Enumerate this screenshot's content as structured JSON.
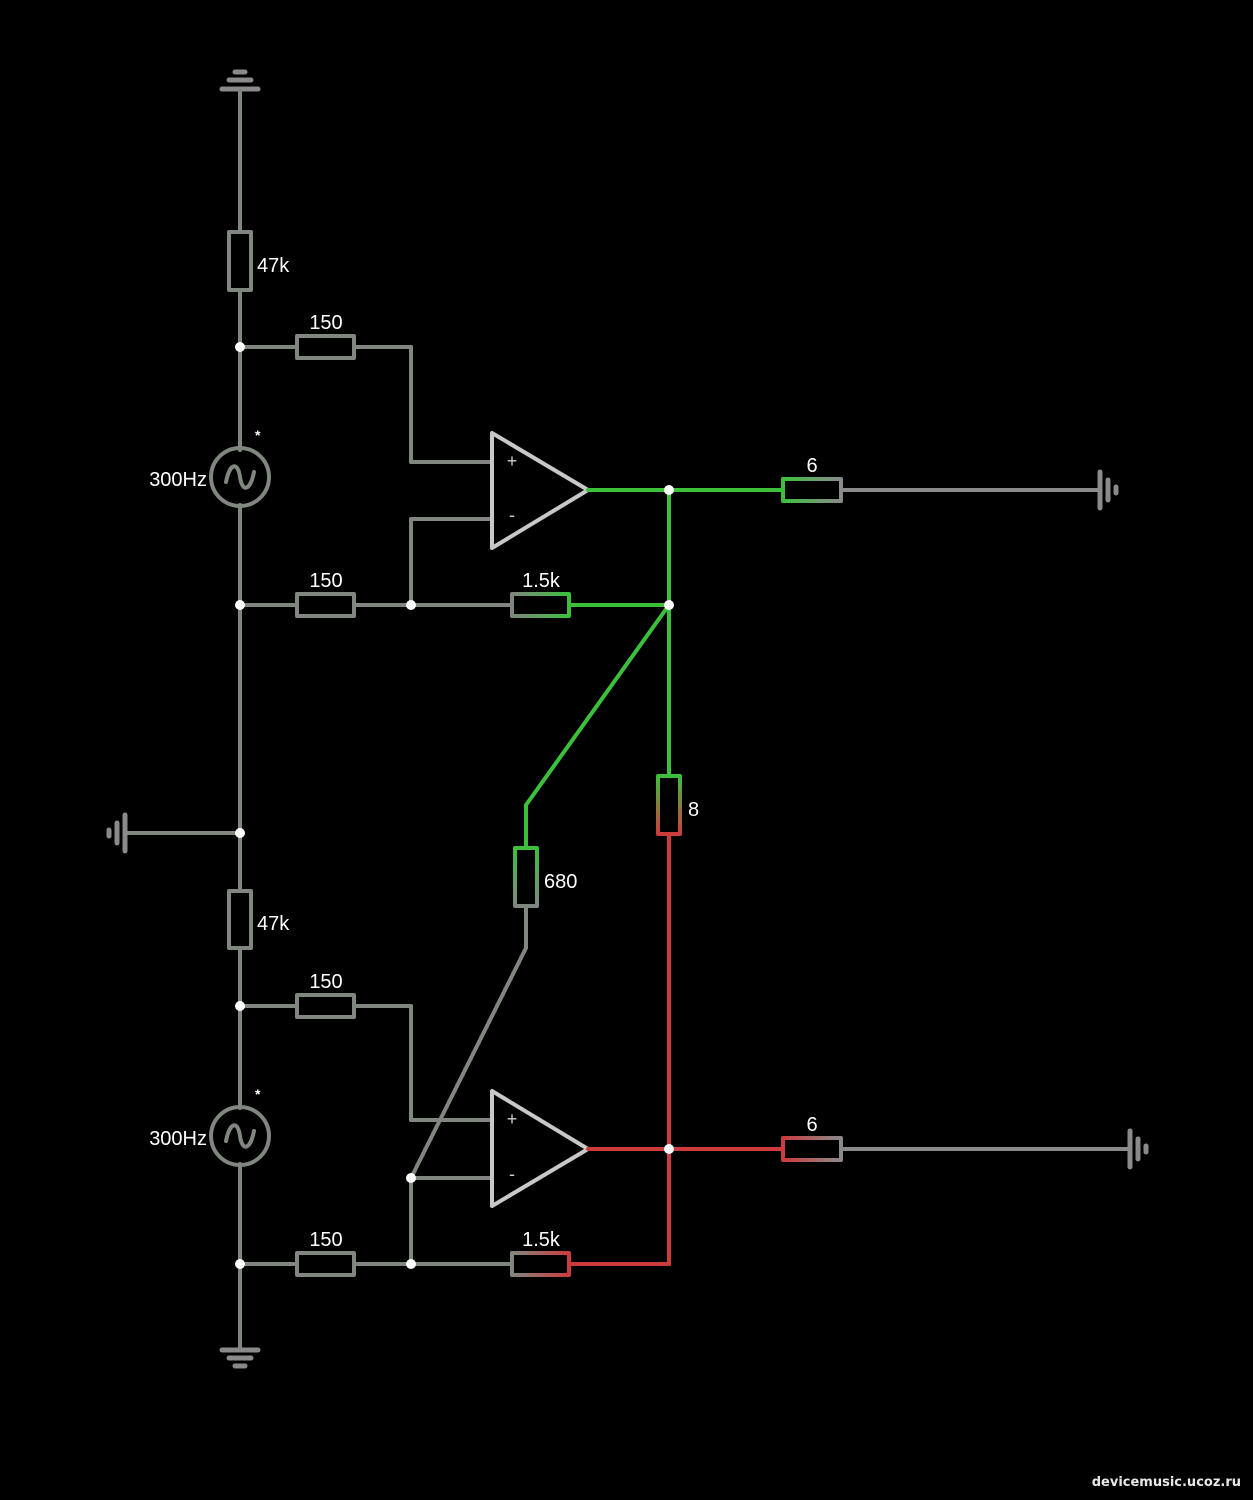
{
  "colors": {
    "background": "#000000",
    "wire_idle": "#7f877f",
    "wire_neutral": "#8a8a8a",
    "wire_positive": "#3cc03c",
    "wire_negative": "#cc3c3c",
    "opamp": "#c8c8c8",
    "node": "#ffffff",
    "text": "#ffffff"
  },
  "components": {
    "r_top_bias": {
      "label": "47k"
    },
    "r_top_plus": {
      "label": "150"
    },
    "r_top_minus": {
      "label": "150"
    },
    "r_top_feedback": {
      "label": "1.5k"
    },
    "r_top_load": {
      "label": "6"
    },
    "src_top": {
      "label": "300Hz",
      "marker": "*"
    },
    "opamp_top": {
      "plus": "+",
      "minus": "-"
    },
    "r_bridge": {
      "label": "680"
    },
    "r_speaker": {
      "label": "8"
    },
    "r_bot_bias": {
      "label": "47k"
    },
    "r_bot_plus": {
      "label": "150"
    },
    "r_bot_minus": {
      "label": "150"
    },
    "r_bot_feedback": {
      "label": "1.5k"
    },
    "r_bot_load": {
      "label": "6"
    },
    "src_bot": {
      "label": "300Hz",
      "marker": "*"
    },
    "opamp_bot": {
      "plus": "+",
      "minus": "-"
    }
  },
  "watermark": "devicemusic.ucoz.ru"
}
